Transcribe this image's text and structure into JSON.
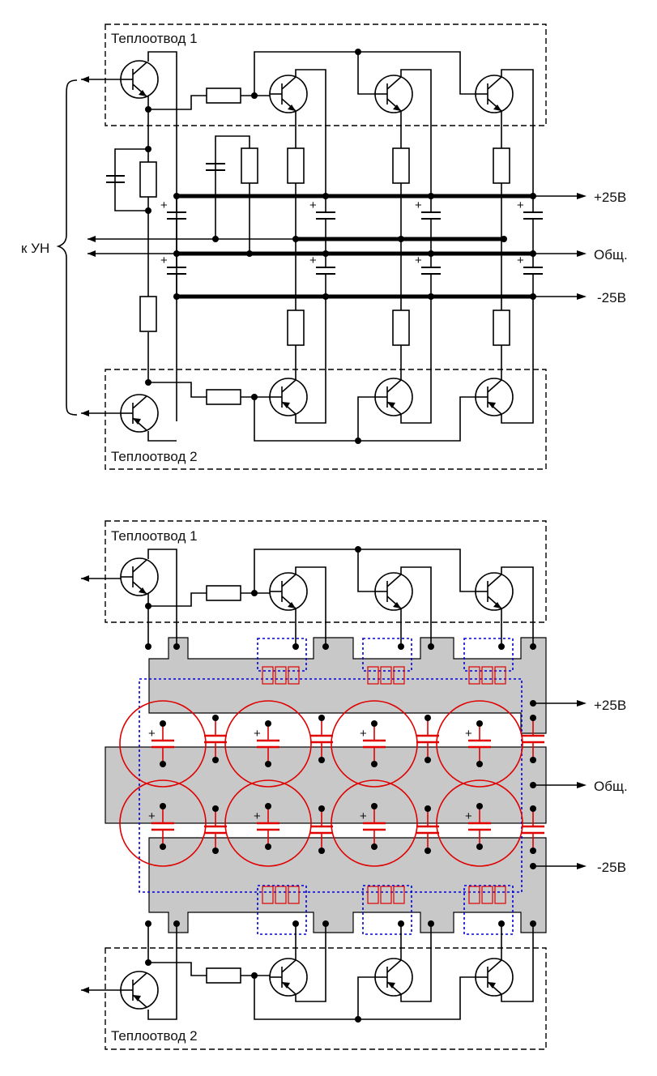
{
  "labels": {
    "heatsink1": "Теплоотвод 1",
    "heatsink2": "Теплоотвод 2",
    "to_vamp": "к УН",
    "plus25": "+25В",
    "common": "Общ.",
    "minus25": "-25В",
    "plus_sign": "+"
  },
  "colors": {
    "pcb_fill": "#c8c8c8",
    "cap_outline": "#e00000",
    "keepout": "#0000e0",
    "wire": "#000000"
  }
}
